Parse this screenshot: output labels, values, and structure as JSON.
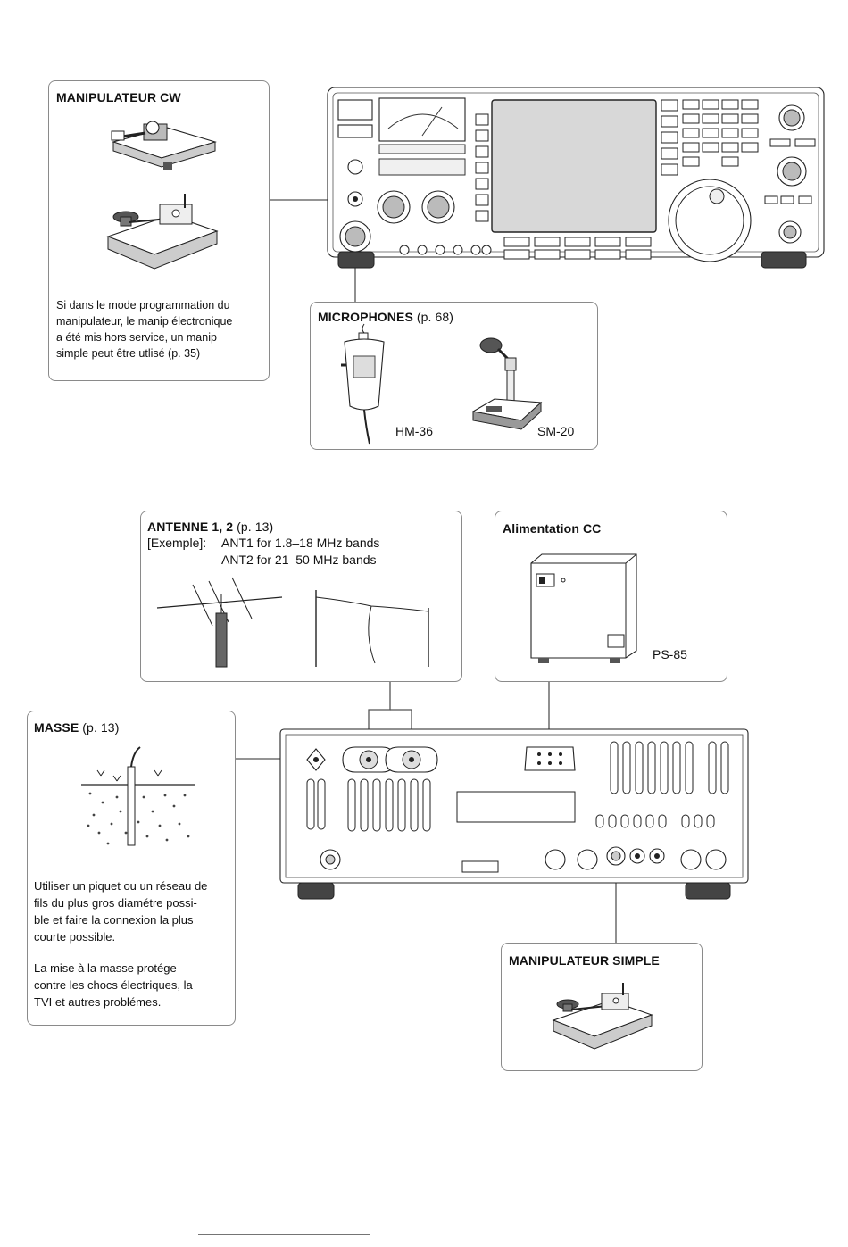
{
  "cw_key_box": {
    "title": "MANIPULATEUR CW",
    "note_lines": [
      "Si dans le mode programmation du",
      "manipulateur, le manip électronique",
      "a été mis hors service, un manip",
      "simple peut être utlisé (p. 35)"
    ]
  },
  "microphones_box": {
    "title": "MICROPHONES",
    "ref": "(p. 68)",
    "models": [
      "HM-36",
      "SM-20"
    ]
  },
  "antenna_box": {
    "title": "ANTENNE 1, 2",
    "ref": "(p. 13)",
    "example_label": "[Exemple]:",
    "lines": [
      "ANT1 for 1.8–18 MHz bands",
      "ANT2 for 21–50 MHz bands"
    ]
  },
  "power_box": {
    "title": "Alimentation CC",
    "model": "PS-85"
  },
  "ground_box": {
    "title": "MASSE",
    "ref": "(p. 13)",
    "para1": [
      "Utiliser un piquet ou un réseau de",
      "fils du plus gros diamétre possi-",
      "ble et faire la connexion la plus",
      "courte possible."
    ],
    "para2": [
      "La mise à la masse protége",
      "contre les chocs électriques, la",
      "TVI et autres problémes."
    ]
  },
  "straight_key_box": {
    "title": "MANIPULATEUR SIMPLE"
  }
}
